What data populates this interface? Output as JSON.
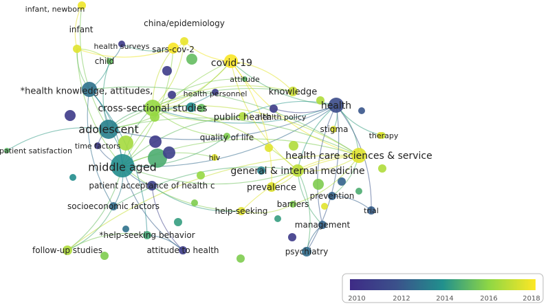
{
  "legend": {
    "ticks": [
      "2010",
      "2012",
      "2014",
      "2016",
      "2018"
    ],
    "range": [
      2009.6,
      2018.6
    ],
    "colors": [
      "#440154",
      "#3b518b",
      "#21908d",
      "#5dc863",
      "#fde725"
    ]
  },
  "network": {
    "nodes": [
      {
        "id": "n1",
        "label": "infant, newborn",
        "year": 2018.3
      },
      {
        "id": "n2",
        "label": "infant",
        "year": 2018.0
      },
      {
        "id": "n3",
        "label": "china/epidemiology",
        "year": 2018.2
      },
      {
        "id": "n4",
        "label": "health surveys",
        "year": 2010.5
      },
      {
        "id": "n5",
        "label": "sars-cov-2",
        "year": 2018.5
      },
      {
        "id": "n6",
        "label": "child",
        "year": 2015.5
      },
      {
        "id": "n7",
        "label": "covid-19",
        "year": 2018.5
      },
      {
        "id": "n8",
        "label": "attitude",
        "year": 2015.3
      },
      {
        "id": "n9",
        "label": "*health knowledge, attitudes,",
        "year": 2013.0
      },
      {
        "id": "n10",
        "label": "health personnel",
        "year": 2010.6
      },
      {
        "id": "n11",
        "label": "knowledge",
        "year": 2017.6
      },
      {
        "id": "n12",
        "label": "health",
        "year": 2011.5
      },
      {
        "id": "n13",
        "label": "cross-sectional studies",
        "year": 2016.5
      },
      {
        "id": "n14",
        "label": "public health",
        "year": 2017.0
      },
      {
        "id": "n15",
        "label": "health policy",
        "year": 2010.6
      },
      {
        "id": "n16",
        "label": "stigma",
        "year": 2018.0
      },
      {
        "id": "n17",
        "label": "adolescent",
        "year": 2013.5
      },
      {
        "id": "n18",
        "label": "therapy",
        "year": 2017.5
      },
      {
        "id": "n19",
        "label": "quality of life",
        "year": 2016.0
      },
      {
        "id": "n20",
        "label": "patient satisfaction",
        "year": 2015.3
      },
      {
        "id": "n21",
        "label": "time factors",
        "year": 2010.5
      },
      {
        "id": "n22",
        "label": "health care sciences & service",
        "year": 2018.0
      },
      {
        "id": "n23",
        "label": "hiv",
        "year": 2018.0
      },
      {
        "id": "n24",
        "label": "middle aged",
        "year": 2014.0
      },
      {
        "id": "n25",
        "label": "general & internal medicine",
        "year": 2017.3
      },
      {
        "id": "n26",
        "label": "patient acceptance of health c",
        "year": 2011.0
      },
      {
        "id": "n27",
        "label": "prevalence",
        "year": 2018.0
      },
      {
        "id": "n28",
        "label": "prevention",
        "year": 2012.5
      },
      {
        "id": "n29",
        "label": "socioeconomic factors",
        "year": 2012.8
      },
      {
        "id": "n30",
        "label": "barriers",
        "year": 2016.0
      },
      {
        "id": "n31",
        "label": "help-seeking",
        "year": 2018.0
      },
      {
        "id": "n32",
        "label": "trial",
        "year": 2012.3
      },
      {
        "id": "n33",
        "label": "management",
        "year": 2012.5
      },
      {
        "id": "n34",
        "label": "*help-seeking behavior",
        "year": 2014.8
      },
      {
        "id": "n35",
        "label": "follow-up studies",
        "year": 2017.0
      },
      {
        "id": "n36",
        "label": "attitude to health",
        "year": 2010.6
      },
      {
        "id": "n37",
        "label": "psychiatry",
        "year": 2012.8
      },
      {
        "id": "u1",
        "label": "",
        "year": 2015.5
      },
      {
        "id": "u2",
        "label": "",
        "year": 2010.6
      },
      {
        "id": "u3",
        "label": "",
        "year": 2014.0
      },
      {
        "id": "u4",
        "label": "",
        "year": 2010.5
      },
      {
        "id": "u5",
        "label": "",
        "year": 2010.5
      },
      {
        "id": "u6",
        "label": "",
        "year": 2016.5
      },
      {
        "id": "u7",
        "label": "",
        "year": 2016.8
      },
      {
        "id": "u8",
        "label": "",
        "year": 2010.5
      },
      {
        "id": "u9",
        "label": "",
        "year": 2015.0
      },
      {
        "id": "u10",
        "label": "",
        "year": 2010.8
      },
      {
        "id": "u11",
        "label": "",
        "year": 2017.0
      },
      {
        "id": "u12",
        "label": "",
        "year": 2013.5
      },
      {
        "id": "u13",
        "label": "",
        "year": 2018.0
      },
      {
        "id": "u14",
        "label": "",
        "year": 2016.5
      },
      {
        "id": "u15",
        "label": "",
        "year": 2012.5
      },
      {
        "id": "u16",
        "label": "",
        "year": 2016.0
      },
      {
        "id": "u17",
        "label": "",
        "year": 2018.0
      },
      {
        "id": "u18",
        "label": "",
        "year": 2015.0
      },
      {
        "id": "u19",
        "label": "",
        "year": 2017.0
      },
      {
        "id": "u20",
        "label": "",
        "year": 2012.0
      },
      {
        "id": "u21",
        "label": "",
        "year": 2014.5
      },
      {
        "id": "u22",
        "label": "",
        "year": 2010.5
      },
      {
        "id": "u23",
        "label": "",
        "year": 2016.0
      },
      {
        "id": "u24",
        "label": "",
        "year": 2013.0
      },
      {
        "id": "u25",
        "label": "",
        "year": 2016.0
      },
      {
        "id": "u26",
        "label": "",
        "year": 2018.0
      },
      {
        "id": "u27",
        "label": "",
        "year": 2015.5
      },
      {
        "id": "u28",
        "label": "",
        "year": 2014.5
      },
      {
        "id": "u29",
        "label": "",
        "year": 2014.0
      },
      {
        "id": "u30",
        "label": "",
        "year": 2017.0
      },
      {
        "id": "u31",
        "label": "",
        "year": 2016.0
      }
    ],
    "links": [
      [
        "n24",
        "n17"
      ],
      [
        "n24",
        "n13"
      ],
      [
        "n24",
        "n9"
      ],
      [
        "n24",
        "n7"
      ],
      [
        "n24",
        "n12"
      ],
      [
        "n24",
        "n22"
      ],
      [
        "n24",
        "n25"
      ],
      [
        "n24",
        "n35"
      ],
      [
        "n24",
        "n36"
      ],
      [
        "n24",
        "n2"
      ],
      [
        "n24",
        "n5"
      ],
      [
        "n24",
        "n14"
      ],
      [
        "n24",
        "n31"
      ],
      [
        "n24",
        "n29"
      ],
      [
        "n24",
        "n26"
      ],
      [
        "n17",
        "n13"
      ],
      [
        "n17",
        "n9"
      ],
      [
        "n17",
        "n6"
      ],
      [
        "n17",
        "n12"
      ],
      [
        "n17",
        "n22"
      ],
      [
        "n17",
        "n7"
      ],
      [
        "n17",
        "n1"
      ],
      [
        "n17",
        "n20"
      ],
      [
        "n17",
        "n11"
      ],
      [
        "n13",
        "n7"
      ],
      [
        "n13",
        "n11"
      ],
      [
        "n13",
        "n12"
      ],
      [
        "n13",
        "n22"
      ],
      [
        "n13",
        "n3"
      ],
      [
        "n13",
        "n5"
      ],
      [
        "n13",
        "n14"
      ],
      [
        "n13",
        "n25"
      ],
      [
        "n13",
        "n19"
      ],
      [
        "n7",
        "n11"
      ],
      [
        "n7",
        "n22"
      ],
      [
        "n7",
        "n3"
      ],
      [
        "n7",
        "n12"
      ],
      [
        "n7",
        "n27"
      ],
      [
        "n7",
        "n25"
      ],
      [
        "n12",
        "n22"
      ],
      [
        "n12",
        "n25"
      ],
      [
        "n12",
        "n16"
      ],
      [
        "n12",
        "n18"
      ],
      [
        "n12",
        "n32"
      ],
      [
        "n12",
        "n33"
      ],
      [
        "n12",
        "n37"
      ],
      [
        "n12",
        "n14"
      ],
      [
        "n22",
        "n25"
      ],
      [
        "n22",
        "n27"
      ],
      [
        "n22",
        "n30"
      ],
      [
        "n22",
        "n31"
      ],
      [
        "n22",
        "n28"
      ],
      [
        "n22",
        "n35"
      ],
      [
        "n25",
        "n27"
      ],
      [
        "n25",
        "n33"
      ],
      [
        "n25",
        "n37"
      ],
      [
        "n25",
        "n29"
      ],
      [
        "n9",
        "n2"
      ],
      [
        "n9",
        "n6"
      ],
      [
        "n9",
        "n34"
      ],
      [
        "n9",
        "n29"
      ],
      [
        "n9",
        "n22"
      ],
      [
        "n1",
        "n2"
      ],
      [
        "n2",
        "n6"
      ],
      [
        "n2",
        "n5"
      ],
      [
        "n3",
        "n5"
      ],
      [
        "n4",
        "n5"
      ],
      [
        "n4",
        "n6"
      ],
      [
        "n35",
        "n29"
      ],
      [
        "n35",
        "n34"
      ],
      [
        "n36",
        "n34"
      ],
      [
        "n36",
        "n26"
      ],
      [
        "n31",
        "n30"
      ],
      [
        "n31",
        "n26"
      ],
      [
        "n33",
        "n37"
      ],
      [
        "n28",
        "n32"
      ],
      [
        "n21",
        "n24"
      ],
      [
        "n21",
        "n17"
      ],
      [
        "n23",
        "n24"
      ],
      [
        "n19",
        "n24"
      ],
      [
        "n8",
        "n13"
      ],
      [
        "n10",
        "n13"
      ],
      [
        "n15",
        "n12"
      ]
    ]
  }
}
